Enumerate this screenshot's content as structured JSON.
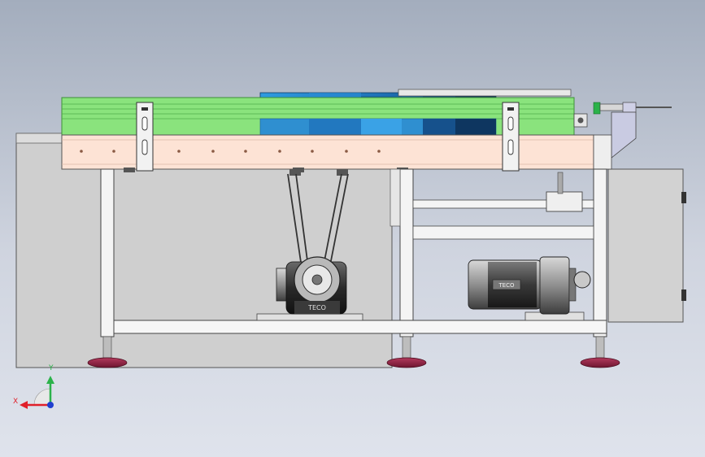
{
  "viewport": {
    "background_top": "#a3adbd",
    "background_bottom": "#dfe3ec"
  },
  "colors": {
    "conveyor_green": "#86e07a",
    "conveyor_green_dark": "#4fae4a",
    "belt_blue": "#2f8fd0",
    "belt_blue_dark": "#1c5e9a",
    "rail_peach": "#fde2d4",
    "frame_white": "#f4f4f4",
    "cabinet_gray": "#cfcfcf",
    "motor_gray": "#a8a8a8",
    "foot_maroon": "#8b1e3f",
    "axis_x": "#e0202a",
    "axis_y": "#2bb24a",
    "axis_z": "#1f3fcf"
  },
  "motor_nameplate": {
    "left_motor": "TECO",
    "right_motor": "TECO"
  },
  "triad": {
    "x_label": "X",
    "y_label": "Y"
  }
}
